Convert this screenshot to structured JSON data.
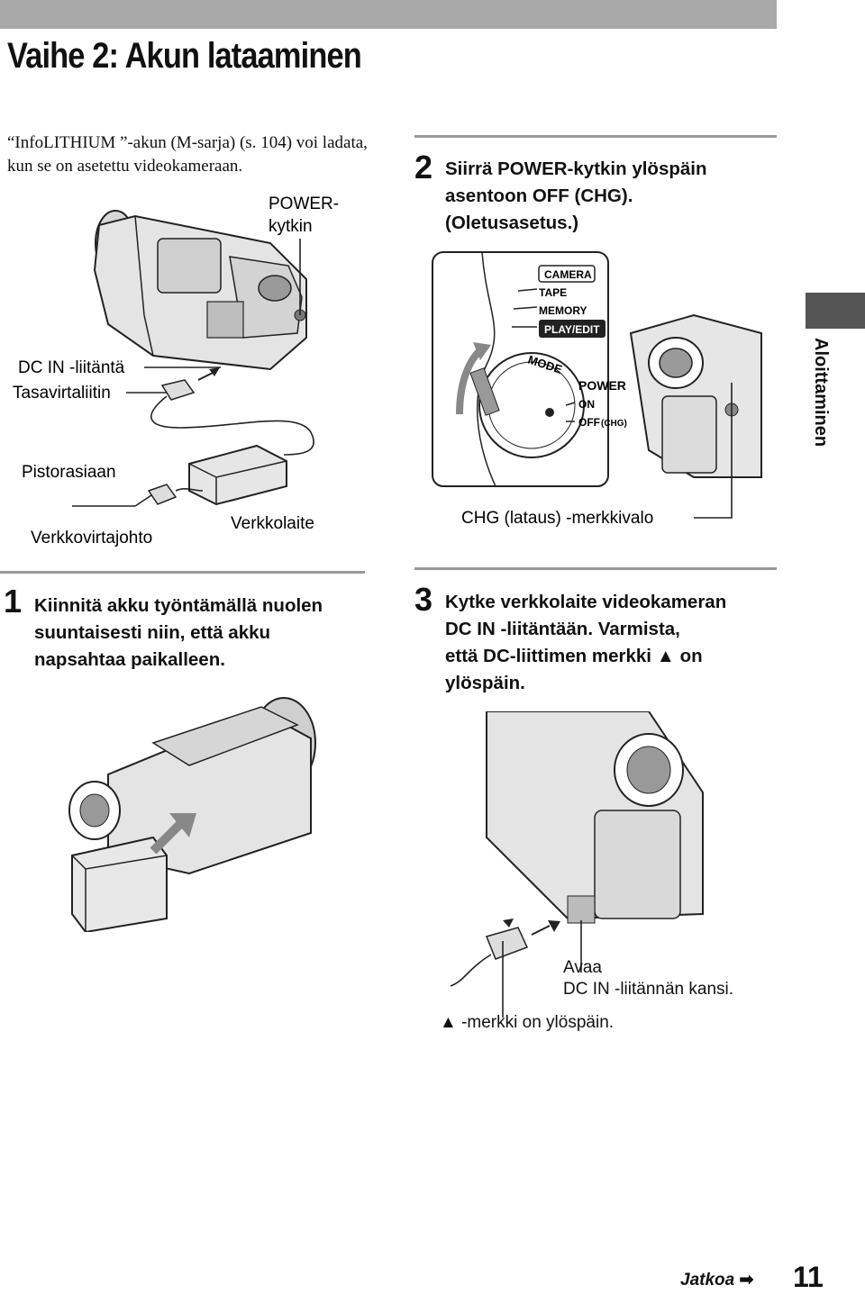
{
  "page": {
    "title": "Vaihe 2: Akun lataaminen",
    "intro": "“InfoLITHIUM ”-akun (M-sarja) (s. 104) voi ladata, kun se on asetettu videokameraan.",
    "side_tab": "Aloittaminen",
    "footer_link": "Jatkoa",
    "page_number": "11"
  },
  "figure1": {
    "labels": {
      "power_switch": [
        "POWER-",
        "kytkin"
      ],
      "dc_in": "DC IN -liitäntä",
      "dc_plug": "Tasavirtaliitin",
      "outlet": "Pistorasiaan",
      "power_cord": "Verkkovirtajohto",
      "ac_adaptor": "Verkkolaite"
    }
  },
  "step2": {
    "number": "2",
    "lines": [
      "Siirrä POWER-kytkin ylöspäin",
      "asentoon OFF (CHG).",
      "(Oletusasetus.)"
    ]
  },
  "figure2": {
    "mode_items": [
      "CAMERA",
      "TAPE",
      "MEMORY",
      "PLAY/EDIT"
    ],
    "mode_label": "MODE",
    "power_label": "POWER",
    "on_label": "ON",
    "off_label": "OFF",
    "chg_label": "(CHG)",
    "chg_lamp": "CHG (lataus) -merkkivalo"
  },
  "step1": {
    "number": "1",
    "lines": [
      "Kiinnitä akku työntämällä nuolen",
      "suuntaisesti niin, että akku",
      "napsahtaa paikalleen."
    ]
  },
  "step3": {
    "number": "3",
    "lines": [
      "Kytke verkkolaite videokameran",
      "DC IN -liitäntään. Varmista,",
      "että DC-liittimen merkki ▲ on",
      "ylöspäin."
    ]
  },
  "figure3": {
    "open_cover": [
      "Avaa",
      "DC IN -liitännän kansi."
    ],
    "mark_up": "▲ -merkki on ylöspäin."
  },
  "colors": {
    "top_bar": "#a8a8a8",
    "rule": "#999999",
    "side_tab": "#555555"
  }
}
